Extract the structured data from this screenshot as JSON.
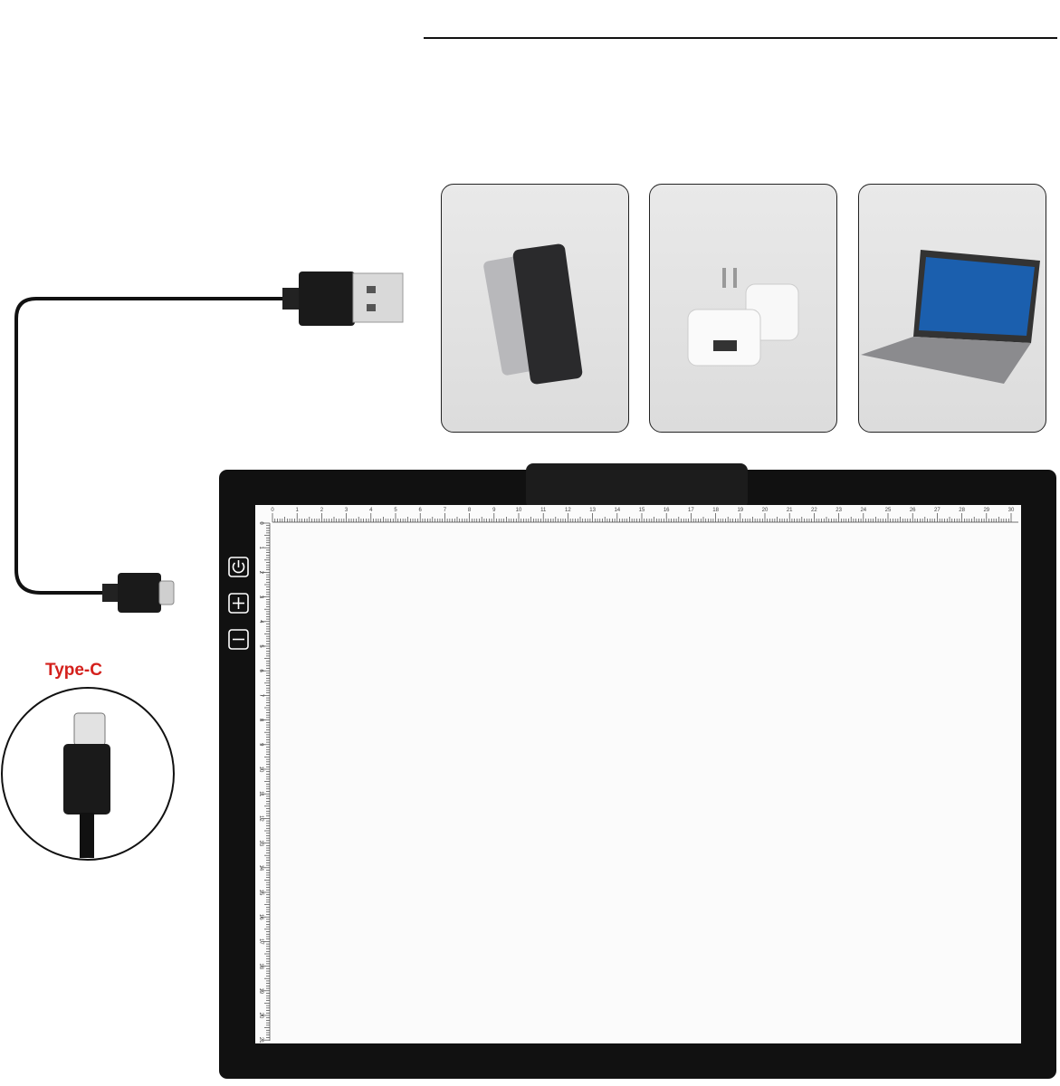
{
  "connector_label": "Type-C",
  "power_sources": [
    {
      "name": "power-bank"
    },
    {
      "name": "usb-wall-adapter"
    },
    {
      "name": "laptop"
    }
  ],
  "light_pad": {
    "buttons": [
      "power-icon",
      "plus-icon",
      "minus-icon"
    ],
    "ruler_top": {
      "min": 0,
      "max": 30,
      "unit": "cm"
    },
    "ruler_left": {
      "min": 0,
      "max": 21,
      "unit": "cm"
    }
  },
  "colors": {
    "frame": "#111111",
    "panel": "#fbfbfb",
    "label": "#d4201c"
  }
}
